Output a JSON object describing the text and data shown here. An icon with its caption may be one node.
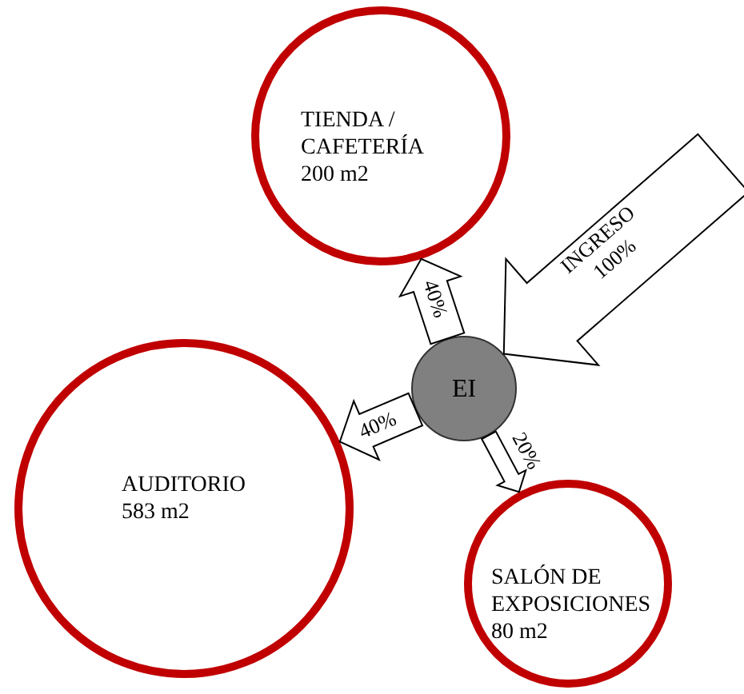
{
  "diagram": {
    "nodes": [
      {
        "text": [
          "TIENDA / CAFETERÍA",
          "200 m2"
        ]
      },
      {
        "text": [
          "EI"
        ]
      },
      {
        "text": [
          "AUDITORIO",
          "583 m2"
        ]
      },
      {
        "text": [
          "SALÓN DE EXPOSICIONES",
          "80 m2"
        ]
      }
    ],
    "edges": [
      {
        "from": null,
        "to": 1,
        "arrow": "to",
        "label": "INGRESO 100%"
      },
      {
        "from": 1,
        "to": 0,
        "arrow": "to",
        "label": "40%"
      },
      {
        "from": 1,
        "to": 2,
        "arrow": "to",
        "label": "40%"
      },
      {
        "from": 1,
        "to": 3,
        "arrow": "to",
        "label": "20%"
      }
    ]
  }
}
